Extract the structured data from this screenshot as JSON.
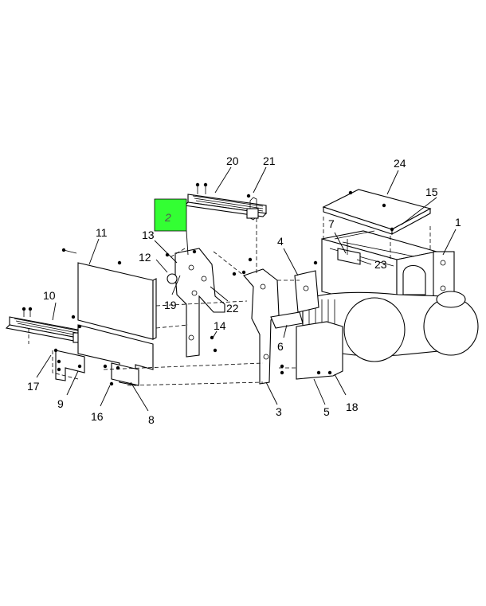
{
  "diagram": {
    "highlighted_callout": "2",
    "highlight_color": "#33ff33",
    "callouts": [
      "1",
      "2",
      "3",
      "4",
      "5",
      "6",
      "7",
      "8",
      "9",
      "10",
      "11",
      "12",
      "13",
      "14",
      "15",
      "16",
      "17",
      "18",
      "19",
      "20",
      "21",
      "22",
      "23",
      "24"
    ]
  }
}
